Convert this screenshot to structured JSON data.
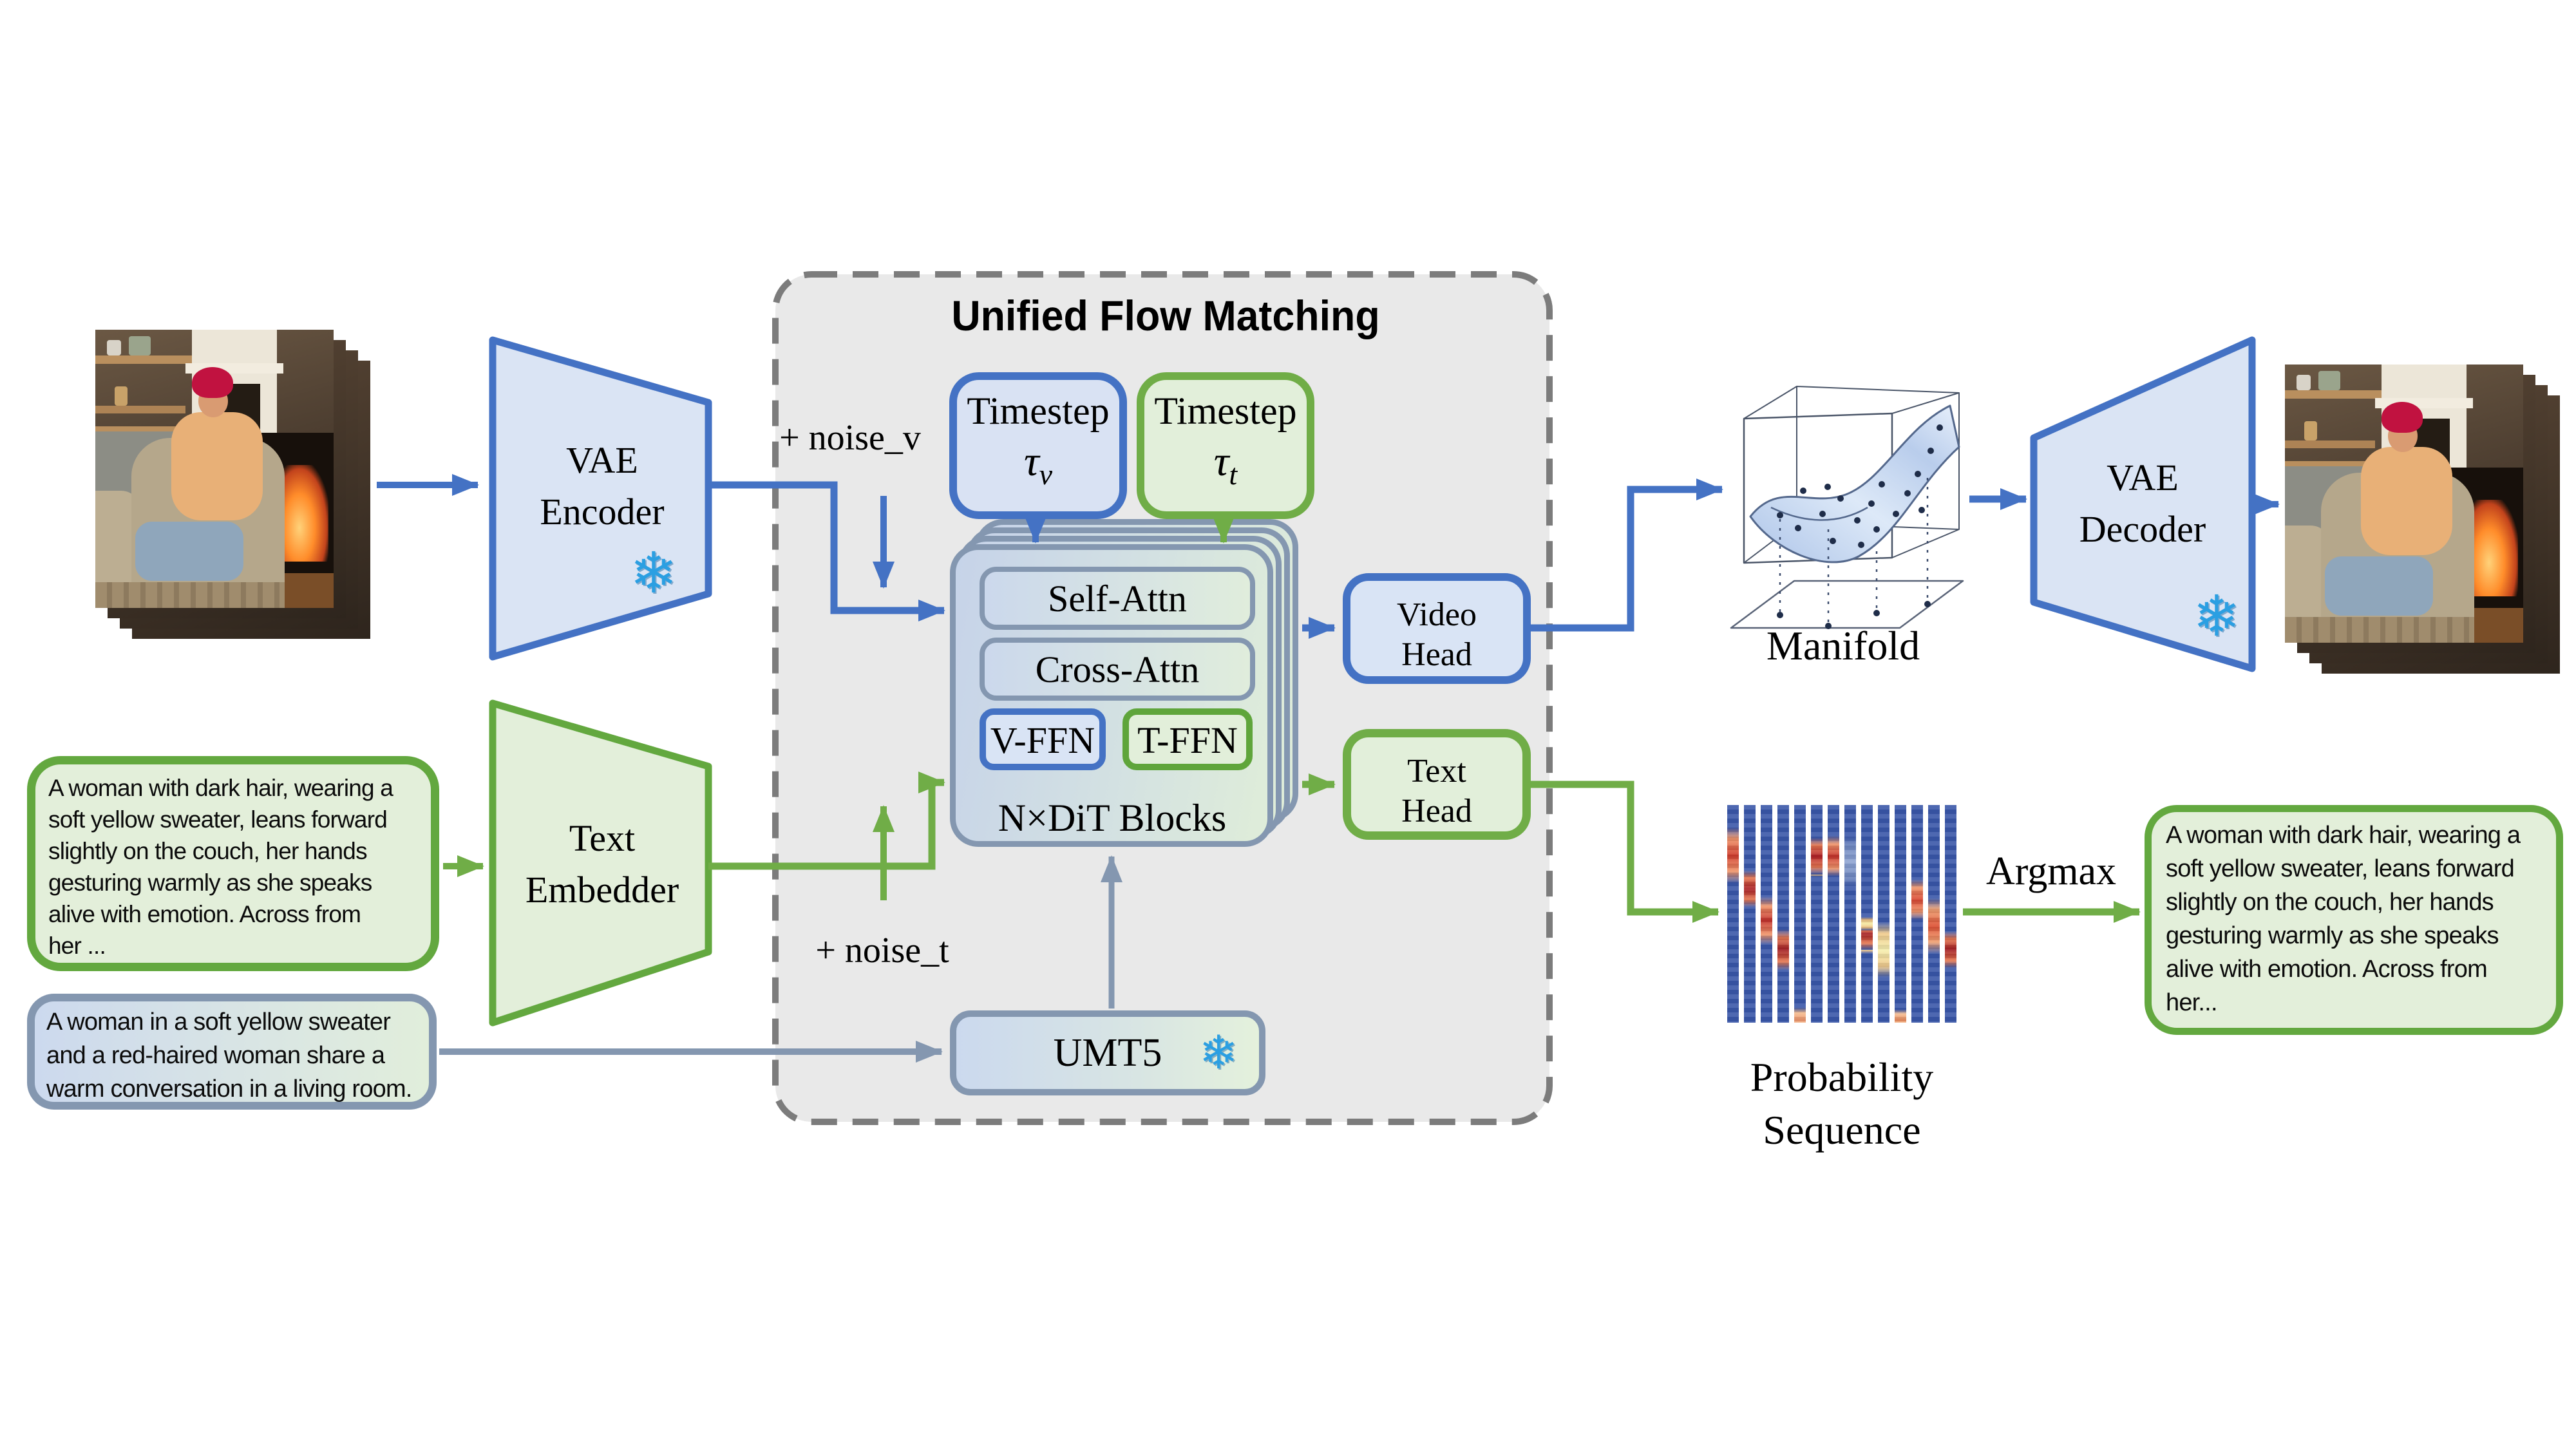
{
  "figure": {
    "title": "Unified Flow Matching"
  },
  "nodes": {
    "vae_encoder": {
      "label": "VAE\nEncoder",
      "frozen": true
    },
    "text_embedder": {
      "label": "Text\nEmbedder",
      "frozen": false
    },
    "timestep_v": {
      "label": "Timestep",
      "symbol": "τ",
      "sub": "v"
    },
    "timestep_t": {
      "label": "Timestep",
      "symbol": "τ",
      "sub": "t"
    },
    "self_attn": {
      "label": "Self-Attn"
    },
    "cross_attn": {
      "label": "Cross-Attn"
    },
    "v_ffn": {
      "label": "V-FFN"
    },
    "t_ffn": {
      "label": "T-FFN"
    },
    "dit_blocks": {
      "label": "N×DiT Blocks"
    },
    "umt5": {
      "label": "UMT5",
      "frozen": true
    },
    "video_head": {
      "label": "Video\nHead"
    },
    "text_head": {
      "label": "Text\nHead"
    },
    "manifold": {
      "label": "Manifold"
    },
    "vae_decoder": {
      "label": "VAE\nDecoder",
      "frozen": true
    },
    "probability_sequence": {
      "label": "Probability\nSequence"
    },
    "argmax": {
      "label": "Argmax"
    }
  },
  "annotations": {
    "noise_v": "+ noise_v",
    "noise_t": "+ noise_t"
  },
  "prompts": {
    "input_text": "A woman with dark hair, wearing a\nsoft yellow sweater, leans forward\nslightly on the couch, her hands\ngesturing warmly as she speaks\nalive with emotion. Across from\nher ...",
    "condition_text": "A woman in a soft yellow sweater\nand a red-haired woman share a\nwarm conversation in a living room.",
    "output_text": "A woman with dark hair, wearing a\nsoft yellow sweater, leans forward\nslightly on the couch, her hands\ngesturing warmly as she speaks\nalive with emotion. Across from\nher..."
  },
  "icons": {
    "frozen_snowflake": "❄"
  },
  "colors": {
    "accent_blue": "#4472c4",
    "accent_green": "#70ad47",
    "accent_grayblue": "#8497b0",
    "frame_dash_gray": "#7c7c7c",
    "frame_fill": "#e9e9e9",
    "blue_fill": "#dae4f4",
    "green_fill": "#e3efda",
    "heatmap_base_blue": "#3a57a8"
  },
  "probability_heatmap": {
    "columns": [
      {
        "hotspots": [
          {
            "p": 0.23,
            "w": 0.075,
            "peak": "#cf3a28",
            "halo": "#f09468"
          }
        ]
      },
      {
        "hotspots": [
          {
            "p": 0.385,
            "w": 0.05,
            "peak": "#a81d21",
            "halo": "#e5764e"
          }
        ]
      },
      {
        "hotspots": [
          {
            "p": 0.53,
            "w": 0.065,
            "peak": "#c23028",
            "halo": "#f09468"
          }
        ]
      },
      {
        "hotspots": [
          {
            "p": 0.665,
            "w": 0.055,
            "peak": "#a01a1f",
            "halo": "#e5764e"
          }
        ]
      },
      {
        "hotspots": [
          {
            "p": 0.99,
            "w": 0.035,
            "peak": "#f09468",
            "halo": "#f4bc90"
          }
        ]
      },
      {
        "hotspots": [
          {
            "p": 0.235,
            "w": 0.05,
            "peak": "#b01e22",
            "halo": "#e5764e"
          },
          {
            "p": 0.295,
            "w": 0.02,
            "peak": "#f4e9a0",
            "halo": "#f0c080"
          }
        ]
      },
      {
        "hotspots": [
          {
            "p": 0.235,
            "w": 0.055,
            "peak": "#c53127",
            "halo": "#f09468"
          }
        ]
      },
      {
        "hotspots": [
          {
            "p": 0.26,
            "w": 0.07,
            "peak": "#8fa5d2",
            "halo": "#6f87be"
          }
        ]
      },
      {
        "hotspots": [
          {
            "p": 0.545,
            "w": 0.018,
            "peak": "#f4e9a0",
            "halo": "#f0c080"
          },
          {
            "p": 0.59,
            "w": 0.045,
            "peak": "#9f191e",
            "halo": "#e5764e"
          },
          {
            "p": 0.645,
            "w": 0.022,
            "peak": "#f4e9a0",
            "halo": "#f0c080"
          }
        ]
      },
      {
        "hotspots": [
          {
            "p": 0.665,
            "w": 0.075,
            "peak": "#f6efae",
            "halo": "#efc989"
          }
        ]
      },
      {
        "hotspots": [
          {
            "p": 0.99,
            "w": 0.03,
            "peak": "#ec8a58",
            "halo": "#f4bc90"
          }
        ]
      },
      {
        "hotspots": [
          {
            "p": 0.435,
            "w": 0.055,
            "peak": "#d8452f",
            "halo": "#f09468"
          }
        ]
      },
      {
        "hotspots": [
          {
            "p": 0.555,
            "w": 0.075,
            "peak": "#dc4e30",
            "halo": "#f0a070"
          }
        ]
      },
      {
        "hotspots": [
          {
            "p": 0.665,
            "w": 0.05,
            "peak": "#a01a1f",
            "halo": "#e5764e"
          }
        ]
      }
    ]
  }
}
